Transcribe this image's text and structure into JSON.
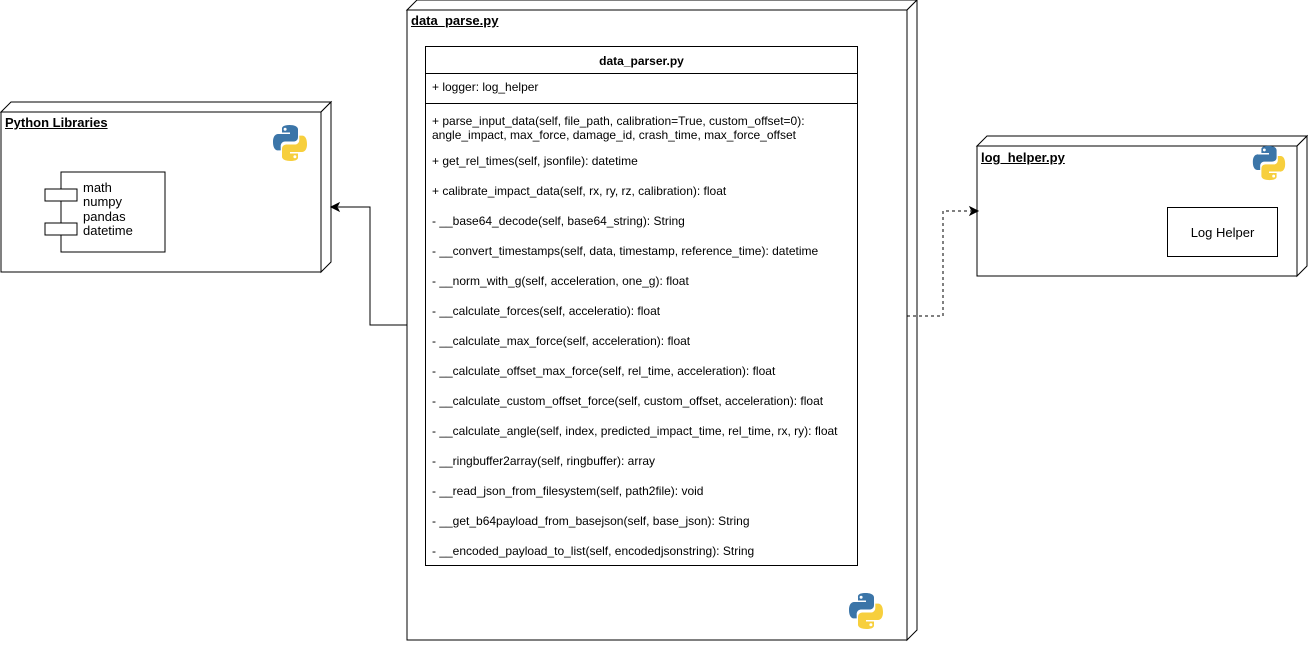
{
  "python_libraries": {
    "title": "Python Libraries",
    "libraries": [
      "math",
      "numpy",
      "pandas",
      "datetime"
    ]
  },
  "data_parse": {
    "title": "data_parse.py",
    "class": {
      "name": "data_parser.py",
      "attribute": "+ logger: log_helper",
      "parse_input_data_line1": "+ parse_input_data(self, file_path, calibration=True, custom_offset=0):",
      "parse_input_data_line2": "angle_impact, max_force, damage_id, crash_time, max_force_offset",
      "methods": [
        "+ get_rel_times(self, jsonfile): datetime",
        "+ calibrate_impact_data(self, rx, ry, rz, calibration): float",
        "- __base64_decode(self, base64_string): String",
        "- __convert_timestamps(self, data, timestamp, reference_time): datetime",
        "- __norm_with_g(self, acceleration, one_g): float",
        "- __calculate_forces(self, acceleratio): float",
        "- __calculate_max_force(self, acceleration): float",
        "- __calculate_offset_max_force(self, rel_time, acceleration): float",
        "-  __calculate_custom_offset_force(self, custom_offset, acceleration): float",
        "- __calculate_angle(self, index, predicted_impact_time, rel_time, rx, ry): float",
        "- __ringbuffer2array(self, ringbuffer): array",
        "- __read_json_from_filesystem(self, path2file): void",
        "- __get_b64payload_from_basejson(self, base_json): String",
        "- __encoded_payload_to_list(self, encodedjsonstring): String"
      ]
    }
  },
  "log_helper": {
    "title": "log_helper.py",
    "component": "Log Helper"
  },
  "icons": [
    "python-logo-icon"
  ]
}
